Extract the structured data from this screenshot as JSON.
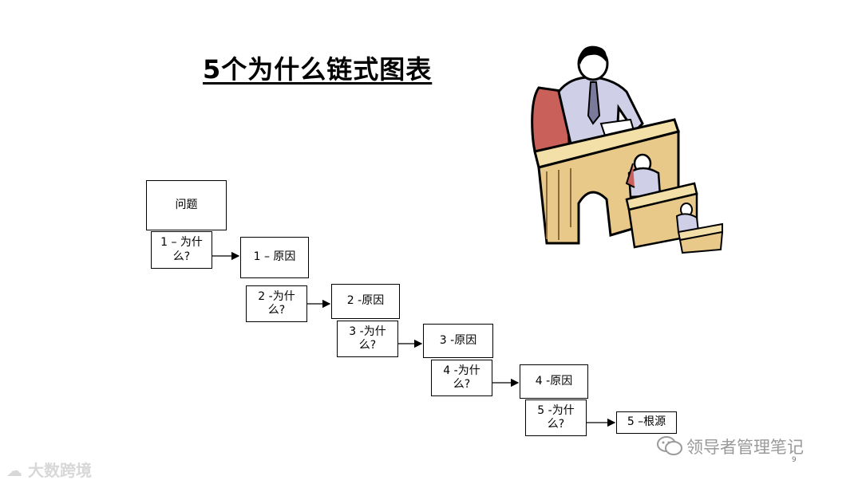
{
  "title": "5个为什么链式图表",
  "problem": "问题",
  "whys": [
    {
      "line1": "1 – 为什",
      "line2": "么?"
    },
    {
      "line1": "2 -为什",
      "line2": "么?"
    },
    {
      "line1": "3 -为什",
      "line2": "么?"
    },
    {
      "line1": "4 -为什",
      "line2": "么?"
    },
    {
      "line1": "5 -为什",
      "line2": "么?"
    }
  ],
  "causes": [
    "1 – 原因",
    "2 -原因",
    "3 -原因",
    "4 -原因",
    "5 –根源"
  ],
  "watermark_left": "大数跨境",
  "watermark_right": "领导者管理笔记",
  "page_number": "9"
}
